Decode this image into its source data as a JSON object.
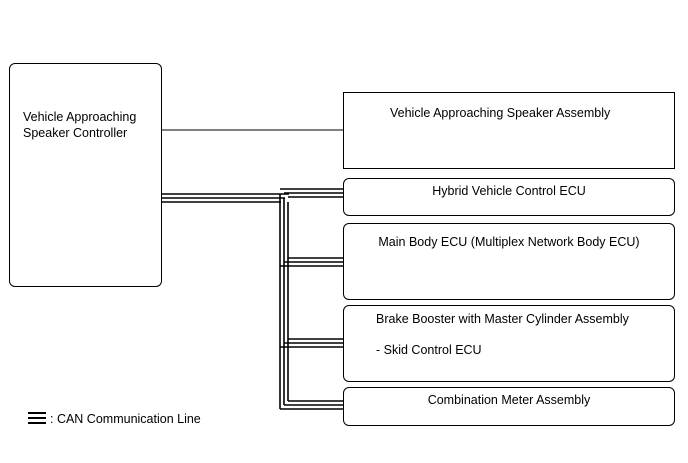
{
  "nodes": {
    "controller": {
      "label": "Vehicle Approaching Speaker Controller"
    },
    "speaker": {
      "label": "Vehicle Approaching Speaker Assembly"
    },
    "hybrid_ecu": {
      "label": "Hybrid Vehicle Control ECU"
    },
    "main_body_ecu": {
      "label": "Main Body ECU (Multiplex Network Body ECU)"
    },
    "brake_booster": {
      "label": "Brake Booster with Master Cylinder Assembly",
      "sub_label": "- Skid Control ECU"
    },
    "combination_meter": {
      "label": "Combination Meter Assembly"
    }
  },
  "edges": [
    {
      "from": "controller",
      "to": "speaker",
      "type": "single-wire"
    },
    {
      "from": "controller",
      "to": "hybrid_ecu",
      "type": "can"
    },
    {
      "from": "controller",
      "to": "main_body_ecu",
      "type": "can"
    },
    {
      "from": "controller",
      "to": "brake_booster",
      "type": "can"
    },
    {
      "from": "controller",
      "to": "combination_meter",
      "type": "can"
    }
  ],
  "legend": {
    "can_label": ": CAN Communication Line"
  },
  "colors": {
    "line": "#000000",
    "background": "#ffffff"
  }
}
